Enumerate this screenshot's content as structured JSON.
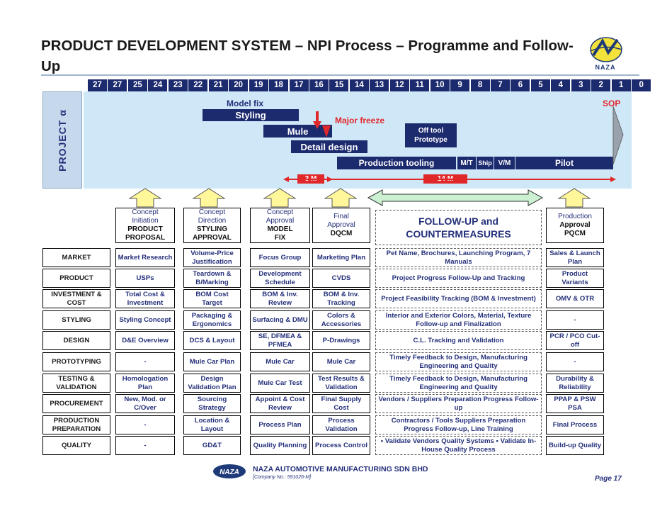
{
  "title": "PRODUCT DEVELOPMENT SYSTEM – NPI Process – Programme and Follow-Up",
  "logo": {
    "text": "NAZA",
    "icon": "naza-logo-icon"
  },
  "months": [
    "27",
    "27",
    "25",
    "24",
    "23",
    "22",
    "21",
    "20",
    "19",
    "18",
    "17",
    "16",
    "15",
    "14",
    "13",
    "12",
    "11",
    "10",
    "9",
    "8",
    "7",
    "6",
    "5",
    "4",
    "3",
    "2",
    "1",
    "0"
  ],
  "project_label": "PROJECT α",
  "timeline": {
    "model_fix": "Model fix",
    "styling": "Styling",
    "major_freeze": "Major freeze",
    "mule": "Mule",
    "off_tool_line1": "Off tool",
    "off_tool_line2": "Prototype",
    "detail_design": "Detail design",
    "production_tooling": "Production tooling",
    "mt": "M/T",
    "ship": "Ship",
    "vm": "V/M",
    "pilot": "Pilot",
    "sop": "SOP",
    "span_3m": "3 M",
    "span_14m": "14 M"
  },
  "gates": [
    {
      "line1": "Concept",
      "line2": "Initiation",
      "line3": "PRODUCT",
      "line4": "PROPOSAL"
    },
    {
      "line1": "Concept",
      "line2": "Direction",
      "line3": "STYLING",
      "line4": "APPROVAL"
    },
    {
      "line1": "Concept",
      "line2": "Approval",
      "line3": "MODEL",
      "line4": "FIX"
    },
    {
      "line1": "Final",
      "line2": "Approval",
      "line3": "DQCM",
      "line4": ""
    },
    {
      "line1": "Production",
      "line2": "Approval",
      "line3": "PQCM",
      "line4": ""
    }
  ],
  "follow_up": {
    "line1": "FOLLOW-UP and",
    "line2": "COUNTERMEASURES"
  },
  "rows": [
    {
      "label": "MARKET",
      "c1": "Market Research",
      "c2": "Volume-Price Justification",
      "c3": "Focus Group",
      "c4": "Marketing Plan",
      "follow": "Pet Name, Brochures, Launching Program, 7 Manuals",
      "c6": "Sales & Launch Plan"
    },
    {
      "label": "PRODUCT",
      "c1": "USPs",
      "c2": "Teardown & B/Marking",
      "c3": "Development Schedule",
      "c4": "CVDS",
      "follow": "Project Progress Follow-Up and Tracking",
      "c6": "Product Variants"
    },
    {
      "label": "INVESTMENT & COST",
      "c1": "Total Cost & Investment",
      "c2": "BOM Cost Target",
      "c3": "BOM & Inv. Review",
      "c4": "BOM & Inv. Tracking",
      "follow": "Project Feasibility Tracking (BOM & Investment)",
      "c6": "OMV & OTR"
    },
    {
      "label": "STYLING",
      "c1": "Styling Concept",
      "c2": "Packaging & Ergonomics",
      "c3": "Surfacing & DMU",
      "c4": "Colors & Accessories",
      "follow": "Interior and Exterior Colors, Material, Texture Follow-up and Finalization",
      "c6": "-"
    },
    {
      "label": "DESIGN",
      "c1": "D&E Overview",
      "c2": "DCS & Layout",
      "c3": "SE, DFMEA & PFMEA",
      "c4": "P-Drawings",
      "follow": "C.L. Tracking and Validation",
      "c6": "PCR / PCO Cut-off"
    },
    {
      "label": "PROTOTYPING",
      "c1": "-",
      "c2": "Mule Car Plan",
      "c3": "Mule Car",
      "c4": "Mule Car",
      "follow": "Timely Feedback to Design, Manufacturing Engineering and Quality",
      "c6": "-"
    },
    {
      "label": "TESTING & VALIDATION",
      "c1": "Homologation Plan",
      "c2": "Design Validation Plan",
      "c3": "Mule Car Test",
      "c4": "Test Results & Validation",
      "follow": "Timely Feedback to Design, Manufacturing Engineering and Quality",
      "c6": "Durability & Reliability"
    },
    {
      "label": "PROCUREMENT",
      "c1": "New, Mod. or C/Over",
      "c2": "Sourcing Strategy",
      "c3": "Appoint & Cost Review",
      "c4": "Final Supply Cost",
      "follow": "Vendors / Suppliers Preparation Progress Follow-up",
      "c6": "PPAP & PSW PSA"
    },
    {
      "label": "PRODUCTION PREPARATION",
      "c1": "-",
      "c2": "Location & Layout",
      "c3": "Process Plan",
      "c4": "Process Validation",
      "follow": "Contractors / Tools Suppliers Preparation Progress Follow-up, Line Training",
      "c6": "Final Process"
    },
    {
      "label": "QUALITY",
      "c1": "-",
      "c2": "GD&T",
      "c3": "Quality Planning",
      "c4": "Process Control",
      "follow": "• Validate Vendors Quality Systems • Validate In-House Quality Process",
      "c6": "Build-up Quality"
    }
  ],
  "footer": {
    "logo_text": "NAZA",
    "company": "NAZA AUTOMOTIVE MANUFACTURING SDN BHD",
    "reg": "[Company No.: 591026-M]",
    "page": "Page 17"
  },
  "colors": {
    "navy": "#1c2a6e",
    "light_blue": "#cfe8f8",
    "red": "#e0282a",
    "yellow": "#fff799",
    "text_blue": "#24307a"
  }
}
